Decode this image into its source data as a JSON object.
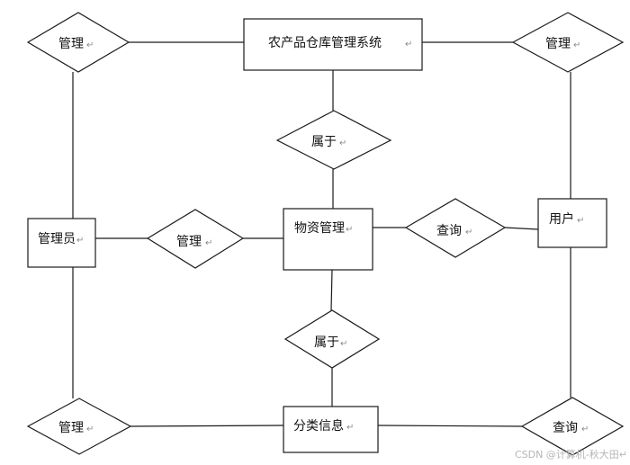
{
  "entities": {
    "system": "农产品仓库管理系统",
    "admin": "管理员",
    "user": "用户",
    "goods": "物资管理",
    "category": "分类信息"
  },
  "relations": {
    "top_left": "管理",
    "top_right": "管理",
    "belong_top": "属于",
    "admin_goods": "管理",
    "goods_user": "查询",
    "belong_bottom": "属于",
    "bottom_left": "管理",
    "bottom_right": "查询"
  },
  "return_mark": "↵",
  "watermark": "CSDN @计算机-秋大田↵"
}
